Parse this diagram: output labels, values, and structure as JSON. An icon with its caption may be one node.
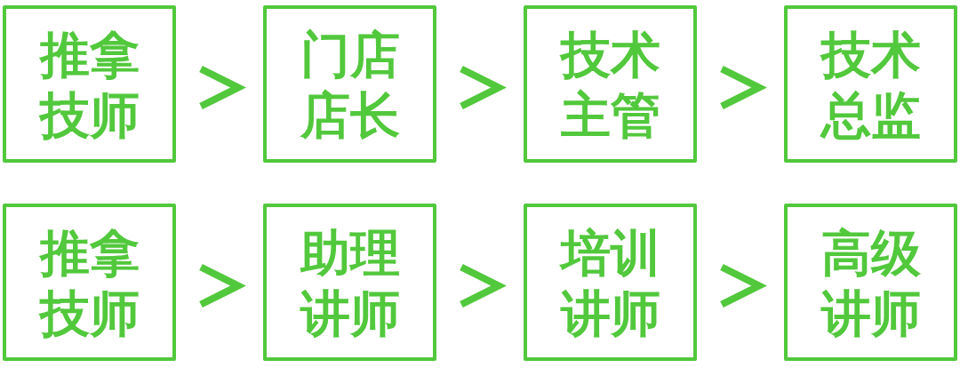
{
  "diagram": {
    "nodes": [
      {
        "text": [
          "推拿技师"
        ]
      },
      {
        "text": [
          "门店店长"
        ]
      },
      {
        "text": [
          "技术主管"
        ]
      },
      {
        "text": [
          "技术总监"
        ]
      },
      {
        "text": [
          "推拿技师"
        ]
      },
      {
        "text": [
          "助理讲师"
        ]
      },
      {
        "text": [
          "培训讲师"
        ]
      },
      {
        "text": [
          "高级讲师"
        ]
      }
    ],
    "edges": [
      {
        "from": 0,
        "to": 1,
        "arrow": "to"
      },
      {
        "from": 1,
        "to": 2,
        "arrow": "to"
      },
      {
        "from": 2,
        "to": 3,
        "arrow": "to"
      },
      {
        "from": 4,
        "to": 5,
        "arrow": "to"
      },
      {
        "from": 5,
        "to": 6,
        "arrow": "to"
      },
      {
        "from": 6,
        "to": 7,
        "arrow": "to"
      }
    ]
  }
}
